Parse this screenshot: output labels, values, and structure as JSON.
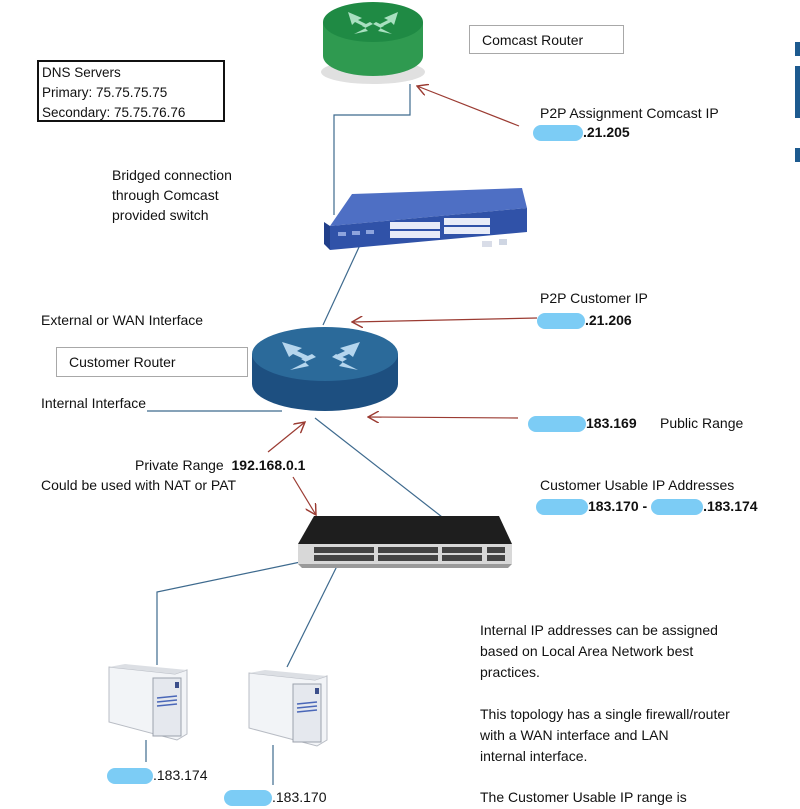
{
  "dns": {
    "title": "DNS Servers",
    "primary": "Primary: 75.75.75.75",
    "secondary": "Secondary:  75.75.76.76"
  },
  "devices": {
    "comcast_router_label": "Comcast Router",
    "customer_router_label": "Customer Router"
  },
  "annotations": {
    "bridged": [
      "Bridged connection",
      "through Comcast",
      "provided switch"
    ],
    "p2p_assignment_title": "P2P Assignment Comcast IP",
    "p2p_assignment_ip": ".21.205",
    "external_wan": "External or WAN Interface",
    "p2p_customer_title": "P2P Customer IP",
    "p2p_customer_ip": ".21.206",
    "internal_interface": "Internal Interface",
    "public_ip": "183.169",
    "public_range": "Public Range",
    "private_range_label": "Private Range",
    "private_range_ip": "192.168.0.1",
    "nat_pat": "Could be used with NAT or PAT",
    "usable_title": "Customer Usable IP Addresses",
    "usable_start": "183.170 -",
    "usable_end": ".183.174",
    "server1_ip": ".183.174",
    "server2_ip": ".183.170"
  },
  "notes": {
    "p1": [
      "Internal IP addresses can be assigned",
      "based on Local Area Network best",
      "practices."
    ],
    "p2": [
      "This topology has a single firewall/router",
      "with a WAN interface and LAN",
      "internal interface."
    ],
    "p3": [
      "The Customer Usable IP range is"
    ]
  },
  "colors": {
    "comcast_router": "#3aa75a",
    "customer_router": "#215f8f",
    "comcast_switch": "#3554a8",
    "arrow": "#9b3b32",
    "link": "#3e6a8e",
    "redaction": "#7cccf5"
  }
}
